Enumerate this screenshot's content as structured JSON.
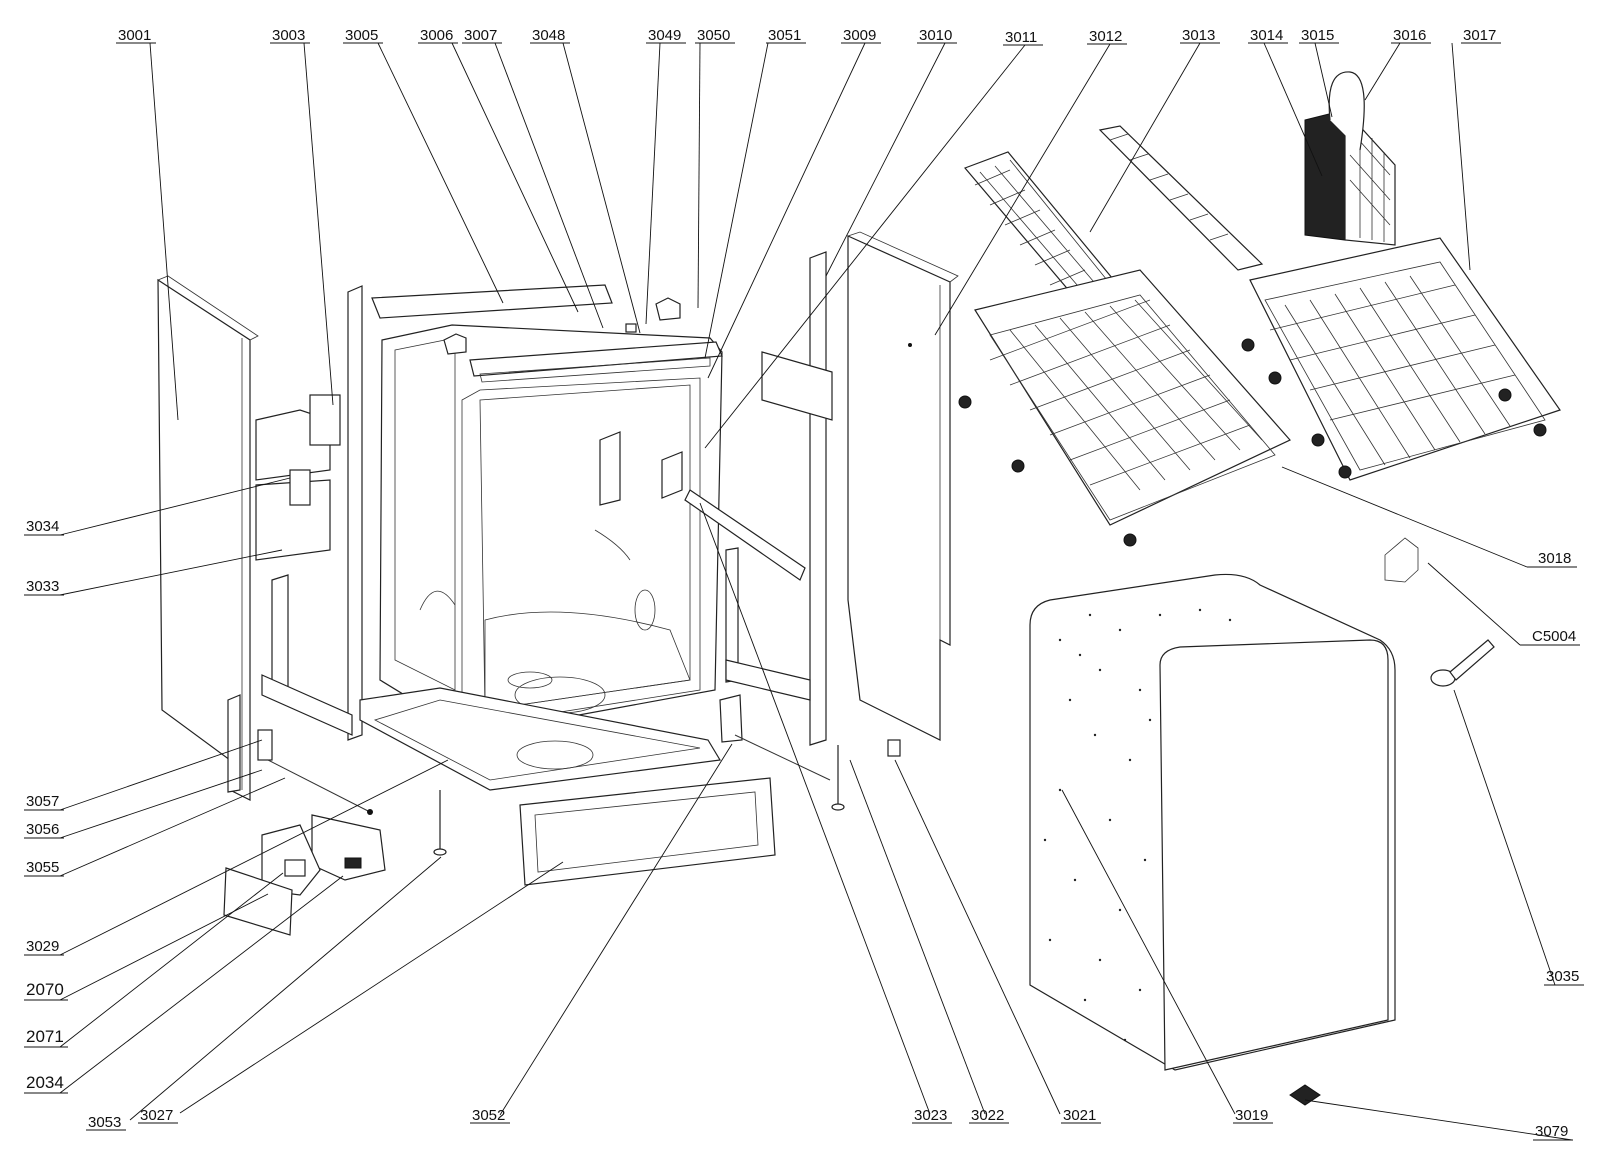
{
  "diagram": {
    "type": "exploded-parts-view",
    "colors": {
      "line": "#111111",
      "background": "#ffffff",
      "fill_dark": "#222222"
    },
    "callouts": [
      {
        "id": "3001"
      },
      {
        "id": "3003"
      },
      {
        "id": "3005"
      },
      {
        "id": "3006"
      },
      {
        "id": "3007"
      },
      {
        "id": "3048"
      },
      {
        "id": "3049"
      },
      {
        "id": "3050"
      },
      {
        "id": "3051"
      },
      {
        "id": "3009"
      },
      {
        "id": "3010"
      },
      {
        "id": "3011"
      },
      {
        "id": "3012"
      },
      {
        "id": "3013"
      },
      {
        "id": "3014"
      },
      {
        "id": "3015"
      },
      {
        "id": "3016"
      },
      {
        "id": "3017"
      },
      {
        "id": "3034"
      },
      {
        "id": "3033"
      },
      {
        "id": "3018"
      },
      {
        "id": "C5004"
      },
      {
        "id": "3057"
      },
      {
        "id": "3056"
      },
      {
        "id": "3055"
      },
      {
        "id": "3029"
      },
      {
        "id": "2070"
      },
      {
        "id": "2071"
      },
      {
        "id": "2034"
      },
      {
        "id": "3053"
      },
      {
        "id": "3027"
      },
      {
        "id": "3052"
      },
      {
        "id": "3023"
      },
      {
        "id": "3022"
      },
      {
        "id": "3021"
      },
      {
        "id": "3019"
      },
      {
        "id": "3035"
      },
      {
        "id": "3079"
      }
    ]
  }
}
